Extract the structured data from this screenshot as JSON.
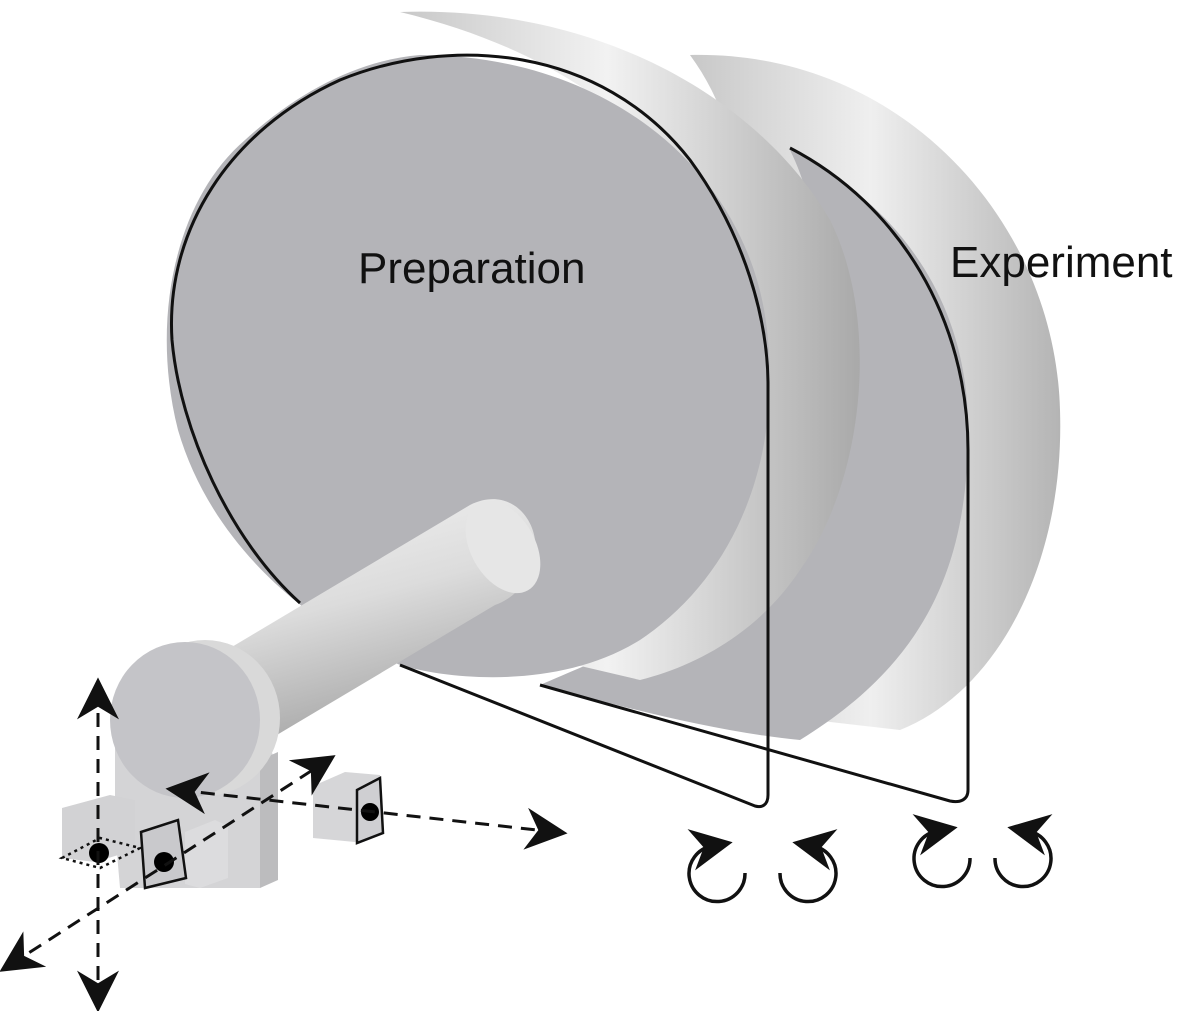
{
  "diagram": {
    "chambers": [
      {
        "id": "preparation",
        "label": "Preparation"
      },
      {
        "id": "experiment",
        "label": "Experiment"
      }
    ],
    "colors": {
      "chamber_face": "#b4b4b8",
      "chamber_rim_light": "#ededed",
      "chamber_rim_dark": "#b0b0b0",
      "outline": "#111111",
      "arrow": "#111111",
      "sample_dot": "#000000"
    },
    "icons": {
      "rotation": "clockwise-arrow-icon",
      "rotation_alt": "counterclockwise-arrow-icon",
      "axis": "dashed-arrow-icon",
      "sample": "sample-holder-icon"
    }
  }
}
